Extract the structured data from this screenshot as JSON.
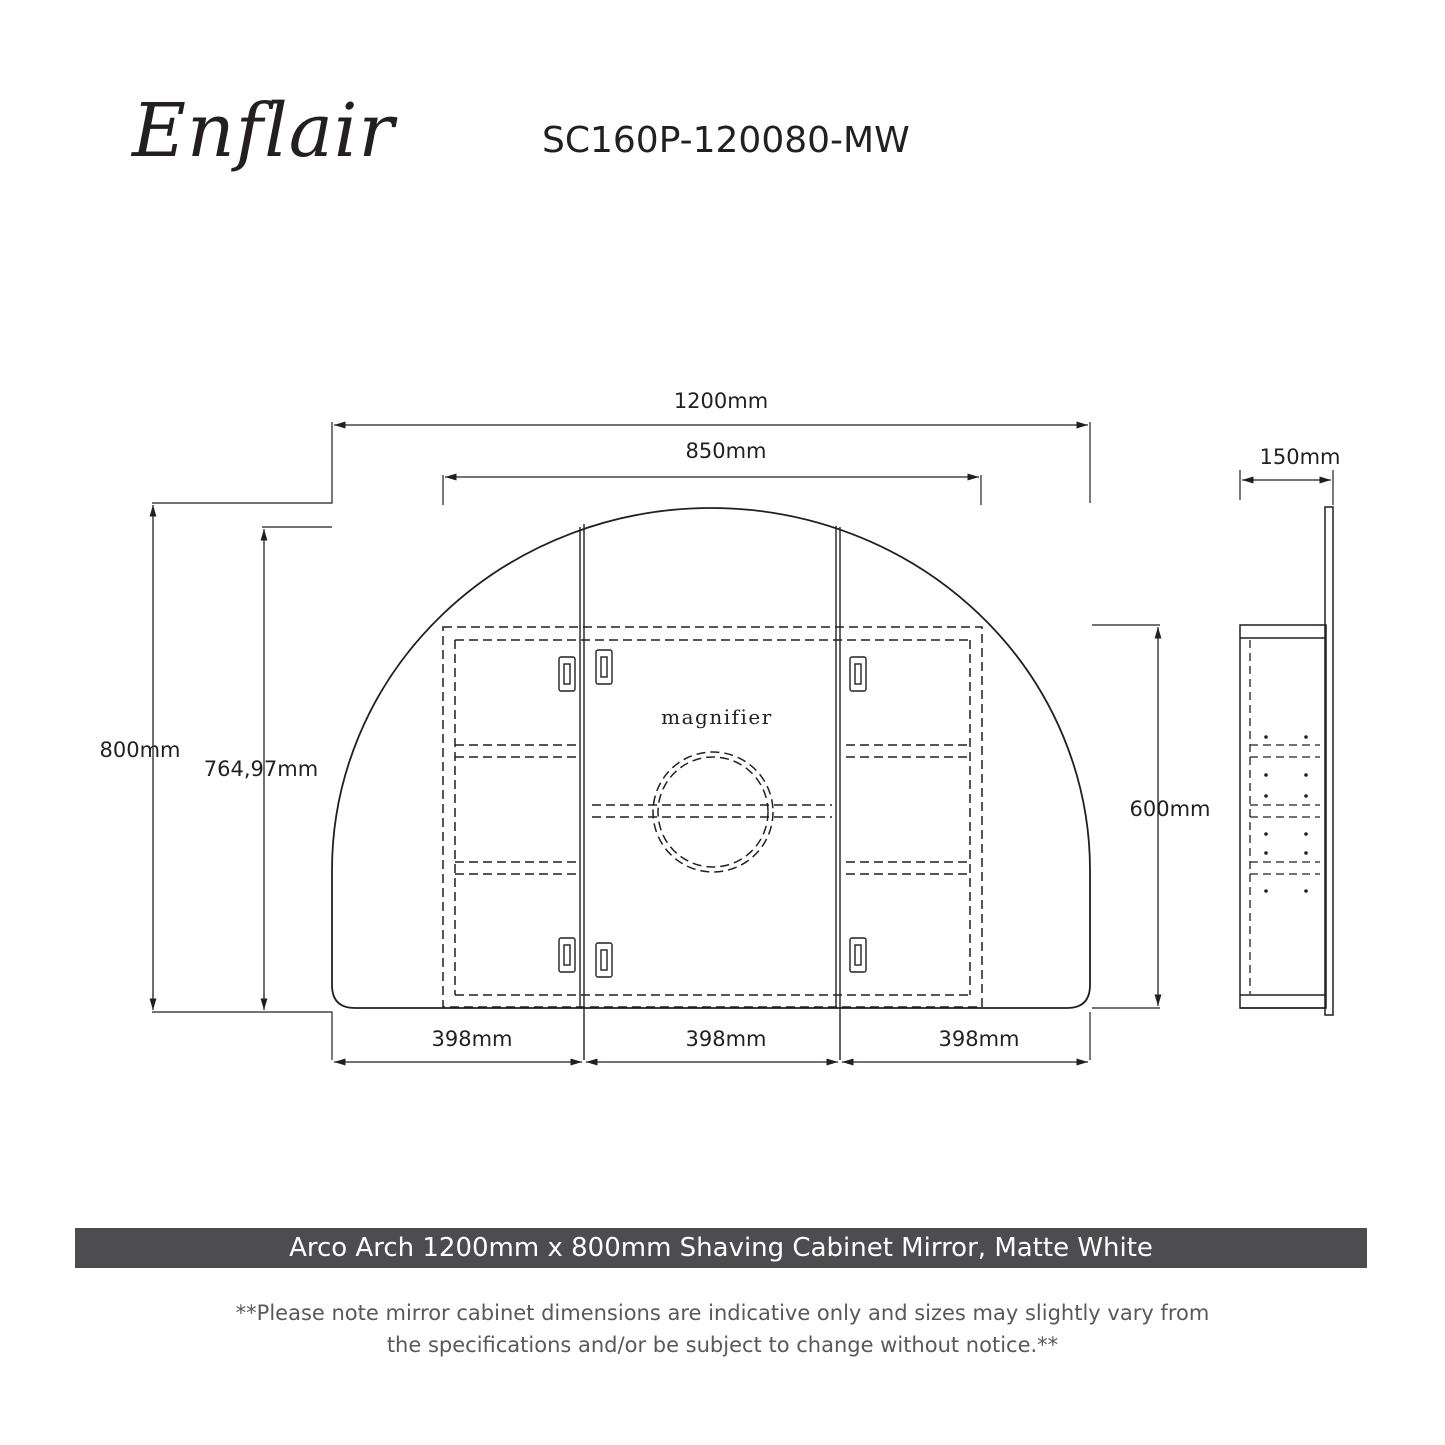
{
  "header": {
    "brand": "Enflair",
    "model_code": "SC160P-120080-MW"
  },
  "front_view": {
    "dims": {
      "overall_width": "1200mm",
      "shelf_width": "850mm",
      "overall_height": "800mm",
      "door_height": "764,97mm",
      "cabinet_height": "600mm",
      "door_width_left": "398mm",
      "door_width_center": "398mm",
      "door_width_right": "398mm"
    },
    "magnifier_label": "magnifier"
  },
  "side_view": {
    "depth": "150mm"
  },
  "footer": {
    "title": "Arco Arch 1200mm x 800mm Shaving Cabinet Mirror, Matte White",
    "note_line1": "**Please note mirror cabinet dimensions are indicative only and sizes may slightly vary from",
    "note_line2": "the specifications and/or be subject to change without notice.**"
  }
}
